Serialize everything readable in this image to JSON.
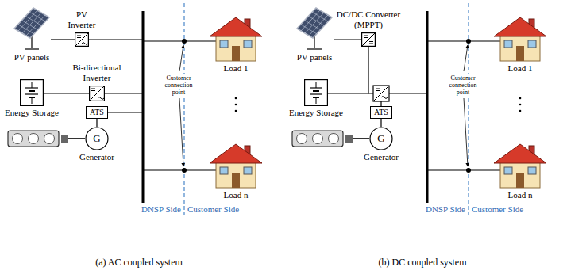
{
  "diagram": {
    "nodes": [
      {
        "text": [
          "PV panels"
        ]
      },
      {
        "text": [
          "PV Inverter"
        ]
      },
      {
        "text": [
          "Energy Storage"
        ]
      },
      {
        "text": [
          "Bi-directional Inverter"
        ]
      },
      {
        "text": [
          "ATS"
        ]
      },
      {
        "text": [
          "G",
          "Generator"
        ]
      },
      {
        "text": [
          "Load 1"
        ]
      },
      {
        "text": [
          "Load n"
        ]
      },
      {
        "text": [
          "PV panels"
        ]
      },
      {
        "text": [
          "DC/DC Converter (MPPT)"
        ]
      },
      {
        "text": [
          "Energy Storage"
        ]
      },
      {
        "text": [
          "ATS"
        ]
      },
      {
        "text": [
          "G",
          "Generator"
        ]
      },
      {
        "text": [
          "Load 1"
        ]
      },
      {
        "text": [
          "Load n"
        ]
      }
    ],
    "edges": [
      {
        "from": 0,
        "to": 1,
        "arrow": "none"
      },
      {
        "from": 2,
        "to": 3,
        "arrow": "none"
      },
      {
        "from": 4,
        "to": 5,
        "arrow": "none"
      },
      {
        "from": 8,
        "to": 9,
        "arrow": "none"
      },
      {
        "from": 9,
        "to": 10,
        "arrow": "none"
      },
      {
        "from": 11,
        "to": 12,
        "arrow": "none"
      }
    ],
    "labels": [
      "Customer connection point",
      "DNSP Side",
      "Customer Side",
      "(a) AC coupled system",
      "Customer connection point",
      "DNSP Side",
      "Customer Side",
      "(b) DC coupled system"
    ]
  }
}
